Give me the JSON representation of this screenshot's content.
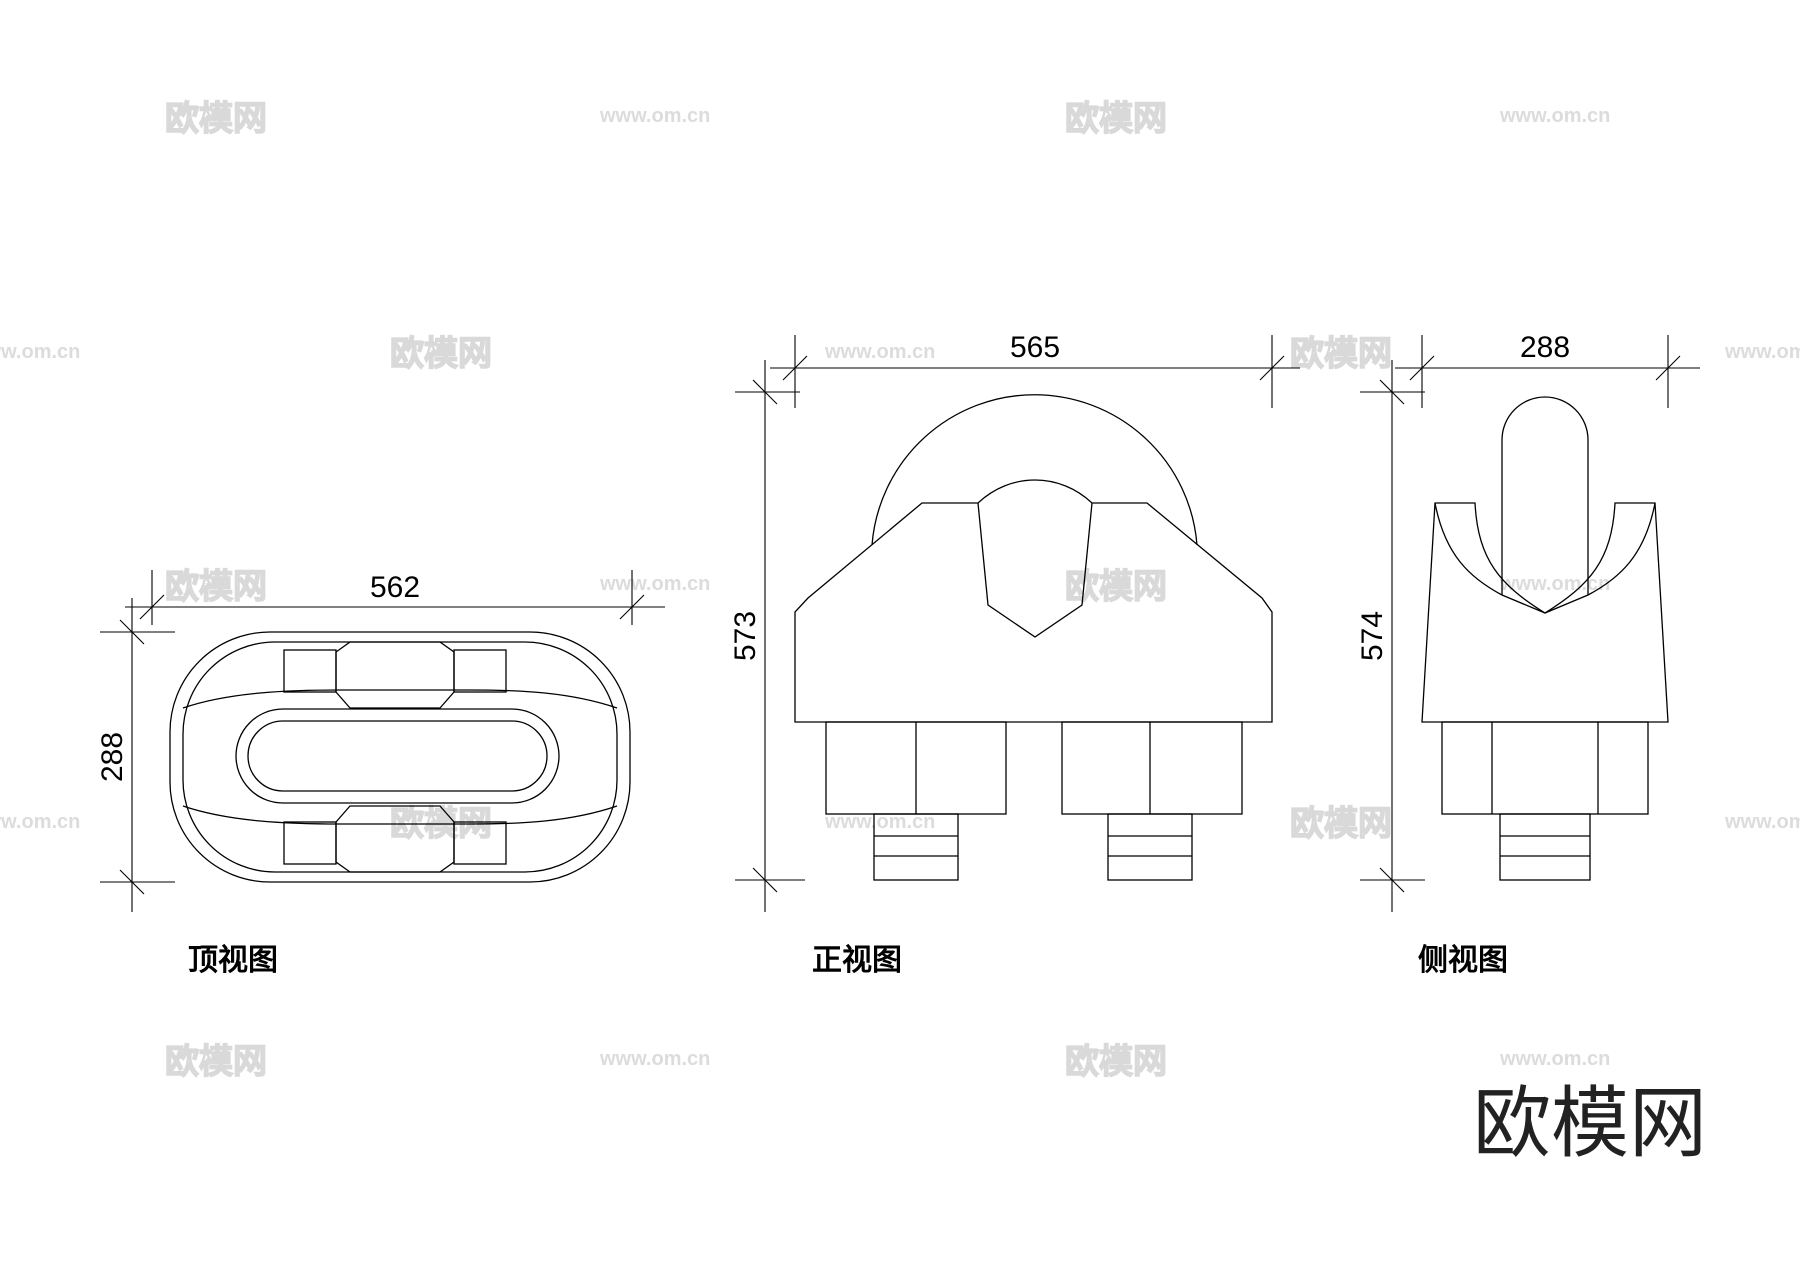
{
  "views": {
    "top": {
      "caption": "顶视图",
      "width_dim": "562",
      "height_dim": "288"
    },
    "front": {
      "caption": "正视图",
      "width_dim": "565",
      "height_dim": "573"
    },
    "side": {
      "caption": "侧视图",
      "width_dim": "288",
      "height_dim": "574"
    }
  },
  "watermark": {
    "brand": "欧模网",
    "url": "www.om.cn"
  },
  "logo": {
    "text": "欧模网"
  }
}
